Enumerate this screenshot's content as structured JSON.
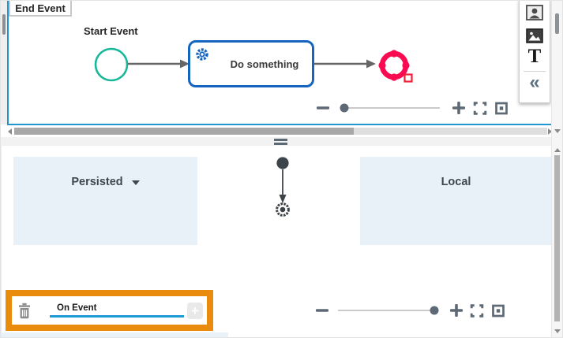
{
  "diagram": {
    "start_event_label": "Start Event",
    "task_label": "Do something",
    "end_event_label": "End Event"
  },
  "side_toolbar": {
    "icons": [
      "user-icon",
      "image-icon",
      "text-tool-icon",
      "collapse-icon"
    ],
    "text_tool_glyph": "T",
    "collapse_glyph": "«"
  },
  "zoom_controls": {
    "top": {
      "slider_position": "left",
      "icons": [
        "zoom-out-icon",
        "zoom-slider",
        "zoom-in-icon",
        "fit-screen-icon",
        "actual-size-icon"
      ]
    },
    "bottom": {
      "slider_position": "right",
      "icons": [
        "zoom-out-icon",
        "zoom-slider",
        "zoom-in-icon",
        "fit-screen-icon",
        "actual-size-icon"
      ]
    }
  },
  "lanes": {
    "persisted": {
      "label": "Persisted",
      "has_dropdown": true,
      "dropdown_icon": "chevron-down-icon"
    },
    "local": {
      "label": "Local"
    }
  },
  "state_diagram": {
    "nodes": [
      "initial-node",
      "final-node"
    ],
    "connector": "arrow-down"
  },
  "event_editor": {
    "highlighted": true,
    "delete_icon": "trash-icon",
    "field_value": "On Event",
    "add_button_label": "+"
  },
  "colors": {
    "selection_border": "#2196d3",
    "start_event": "#17b79a",
    "task_border": "#1565c0",
    "end_event": "#fa0a50",
    "lane_background": "#e8f1f8",
    "highlight_box": "#e98b0d",
    "input_underline": "#1d9bd7",
    "control_icons": "#5d6974"
  }
}
